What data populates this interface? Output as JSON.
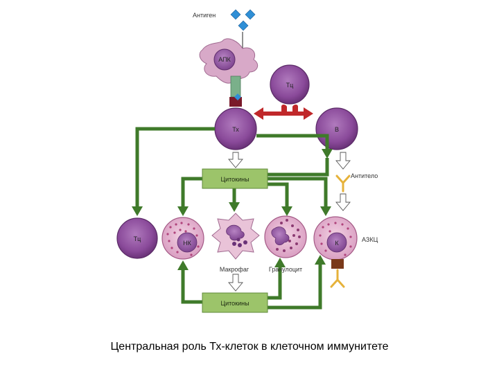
{
  "labels": {
    "antigen": "Антиген",
    "apc": "АПК",
    "tc_top": "Тц",
    "th": "Тх",
    "b": "В",
    "cytokines_top": "Цитокины",
    "antibody": "Антитело",
    "tc_left": "Тц",
    "nk": "НК",
    "k": "К",
    "adcc": "АЗКЦ",
    "macrophage": "Макрофаг",
    "granulocyte": "Гранулоцит",
    "cytokines_bottom": "Цитокины"
  },
  "caption": "Центральная роль Тх-клеток в клеточном иммунитете",
  "colors": {
    "green_arrow": "#3f7a2a",
    "red_arrow": "#c0282a",
    "cytokine_box": "#9cc46a",
    "antigen": "#2f8fd6",
    "lymphocyte": "#8a4a9a",
    "granular_cell": "#e6b3cf",
    "apc": "#d8a9c8",
    "receptor_bar": "#7ab08a",
    "mhc_block": "#7a1a2a",
    "antibody": "#e6b23a",
    "fc_receptor": "#7a3a1a"
  }
}
